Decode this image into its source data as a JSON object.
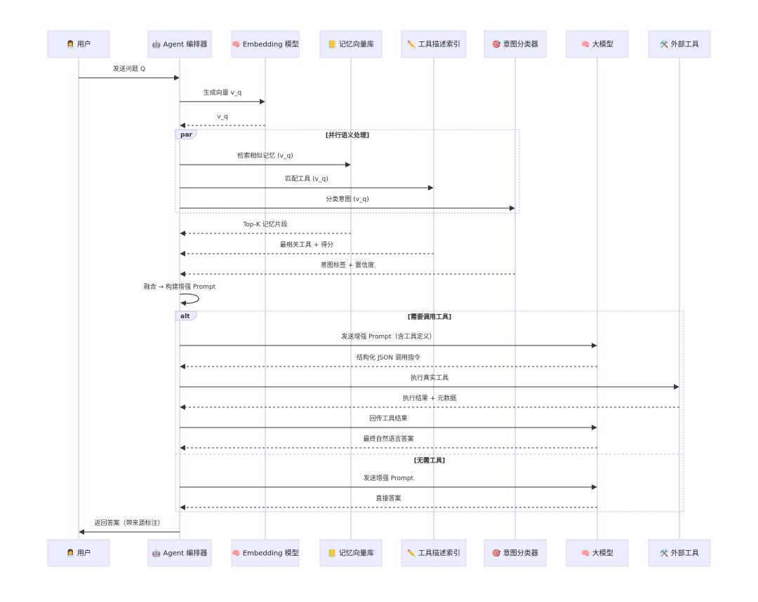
{
  "participants": [
    {
      "id": "user",
      "icon": "👩‍💼",
      "name": "用户",
      "icon_name": "user-icon"
    },
    {
      "id": "agent",
      "icon": "🤖",
      "name": "Agent 编排器",
      "icon_name": "robot-icon"
    },
    {
      "id": "embed",
      "icon": "🧠",
      "name": "Embedding 模型",
      "icon_name": "brain-icon"
    },
    {
      "id": "memory",
      "icon": "📒",
      "name": "记忆向量库",
      "icon_name": "notebook-icon"
    },
    {
      "id": "toolidx",
      "icon": "✏️",
      "name": "工具描述索引",
      "icon_name": "pencil-icon"
    },
    {
      "id": "intent",
      "icon": "🎯",
      "name": "意图分类器",
      "icon_name": "target-icon"
    },
    {
      "id": "llm",
      "icon": "🧠",
      "name": "大模型",
      "icon_name": "brain-icon"
    },
    {
      "id": "ext",
      "icon": "🛠️",
      "name": "外部工具",
      "icon_name": "tools-icon"
    }
  ],
  "messages": [
    {
      "from": "user",
      "to": "agent",
      "label": "发送问题 Q",
      "style": "solid"
    },
    {
      "from": "agent",
      "to": "embed",
      "label": "生成向量 v_q",
      "style": "solid"
    },
    {
      "from": "embed",
      "to": "agent",
      "label": "v_q",
      "style": "dashed"
    },
    {
      "from": "agent",
      "to": "memory",
      "label": "检索相似记忆 (v_q)",
      "style": "solid"
    },
    {
      "from": "agent",
      "to": "toolidx",
      "label": "匹配工具 (v_q)",
      "style": "solid"
    },
    {
      "from": "agent",
      "to": "intent",
      "label": "分类意图 (v_q)",
      "style": "solid"
    },
    {
      "from": "memory",
      "to": "agent",
      "label": "Top-K 记忆片段",
      "style": "dashed"
    },
    {
      "from": "toolidx",
      "to": "agent",
      "label": "最相关工具 + 得分",
      "style": "dashed"
    },
    {
      "from": "intent",
      "to": "agent",
      "label": "意图标签 + 置信度",
      "style": "dashed"
    },
    {
      "from": "agent",
      "to": "agent",
      "label": "融合 → 构建增强 Prompt",
      "style": "self"
    },
    {
      "from": "agent",
      "to": "llm",
      "label": "发送增强 Prompt（含工具定义）",
      "style": "solid"
    },
    {
      "from": "llm",
      "to": "agent",
      "label": "结构化 JSON 调用指令",
      "style": "dashed"
    },
    {
      "from": "agent",
      "to": "ext",
      "label": "执行真实工具",
      "style": "solid"
    },
    {
      "from": "ext",
      "to": "agent",
      "label": "执行结果 + 元数据",
      "style": "dashed"
    },
    {
      "from": "agent",
      "to": "llm",
      "label": "回传工具结果",
      "style": "solid"
    },
    {
      "from": "llm",
      "to": "agent",
      "label": "最终自然语言答案",
      "style": "dashed"
    },
    {
      "from": "agent",
      "to": "llm",
      "label": "发送增强 Prompt",
      "style": "solid"
    },
    {
      "from": "llm",
      "to": "agent",
      "label": "直接答案",
      "style": "dashed"
    },
    {
      "from": "agent",
      "to": "user",
      "label": "返回答案（带来源标注）",
      "style": "solid"
    }
  ],
  "fragments": [
    {
      "kind": "par",
      "conditions": [
        "[并行语义处理]"
      ]
    },
    {
      "kind": "alt",
      "conditions": [
        "[需要调用工具]",
        "[无需工具]"
      ]
    }
  ]
}
